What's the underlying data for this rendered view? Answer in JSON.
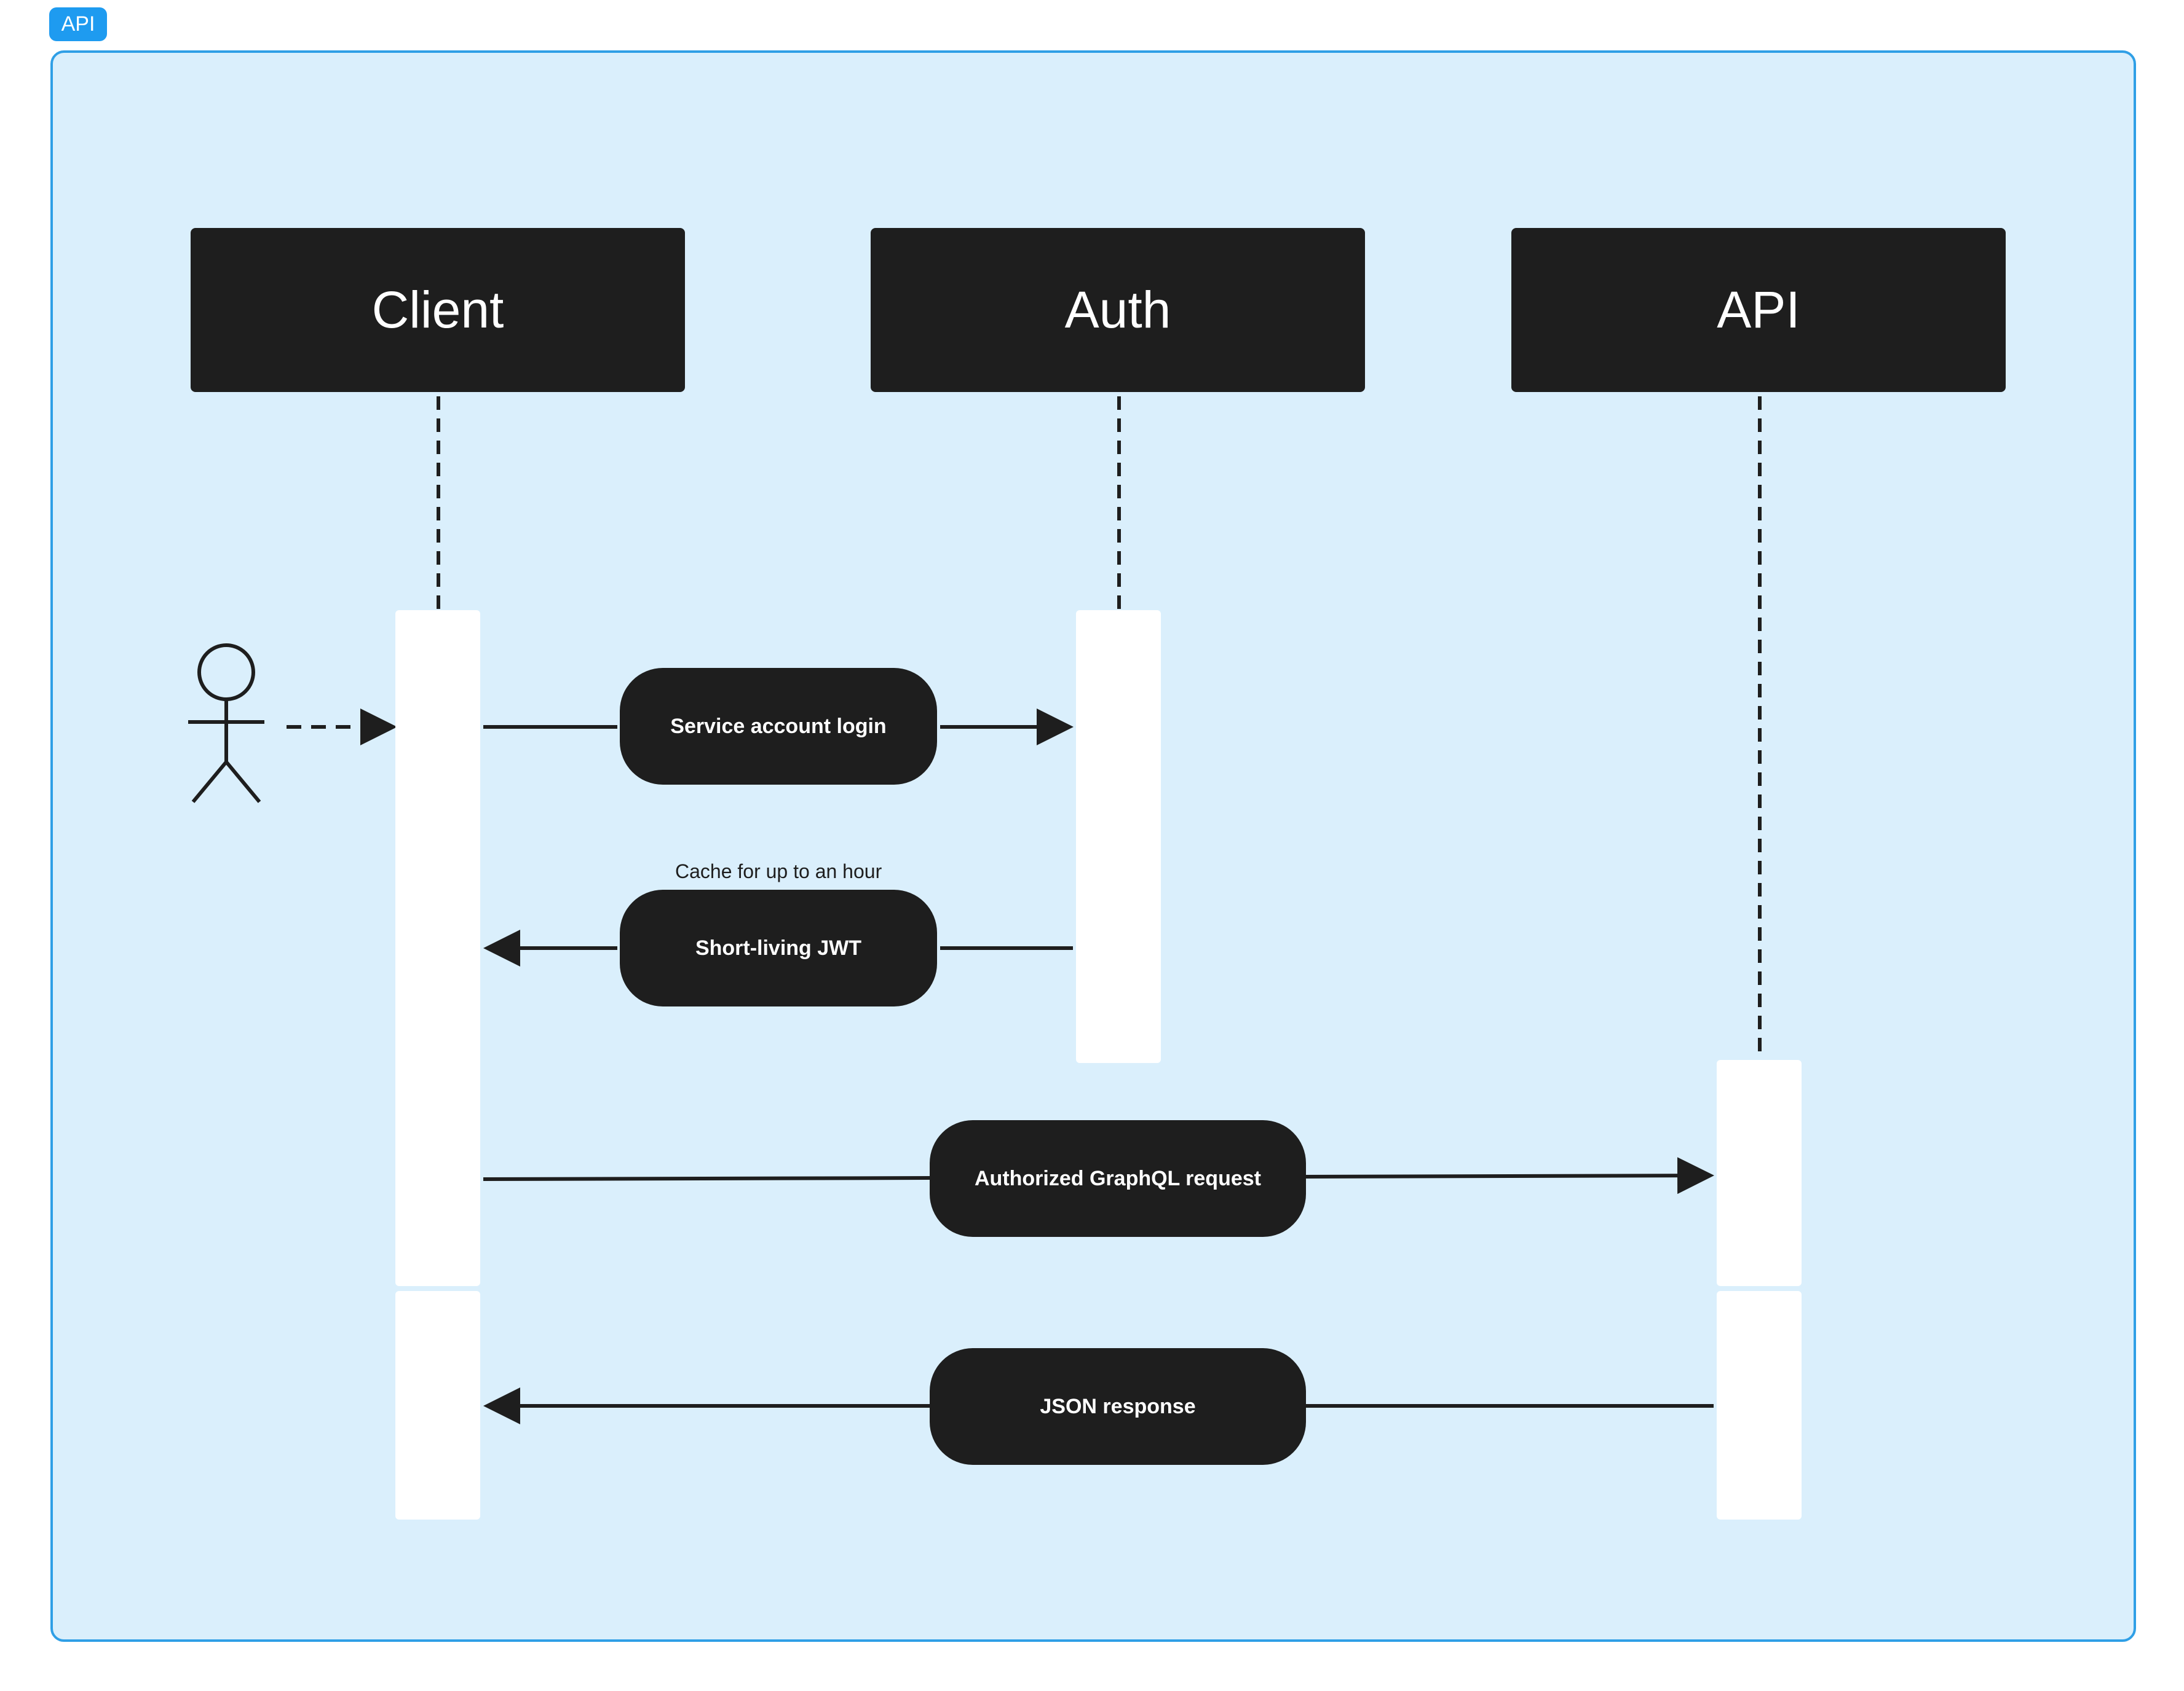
{
  "frame": {
    "label": "API",
    "accent_color": "#1e9bf0",
    "background_color": "#daeffc"
  },
  "participants": [
    {
      "name": "Client"
    },
    {
      "name": "Auth"
    },
    {
      "name": "API"
    }
  ],
  "actor": {
    "icon": "stick-figure-icon"
  },
  "messages": [
    {
      "label": "Service account login",
      "from": "Client",
      "to": "Auth"
    },
    {
      "label": "Short-living JWT",
      "from": "Auth",
      "to": "Client",
      "note": "Cache for up to an hour"
    },
    {
      "label": "Authorized GraphQL request",
      "from": "Client",
      "to": "API"
    },
    {
      "label": "JSON response",
      "from": "API",
      "to": "Client"
    }
  ]
}
